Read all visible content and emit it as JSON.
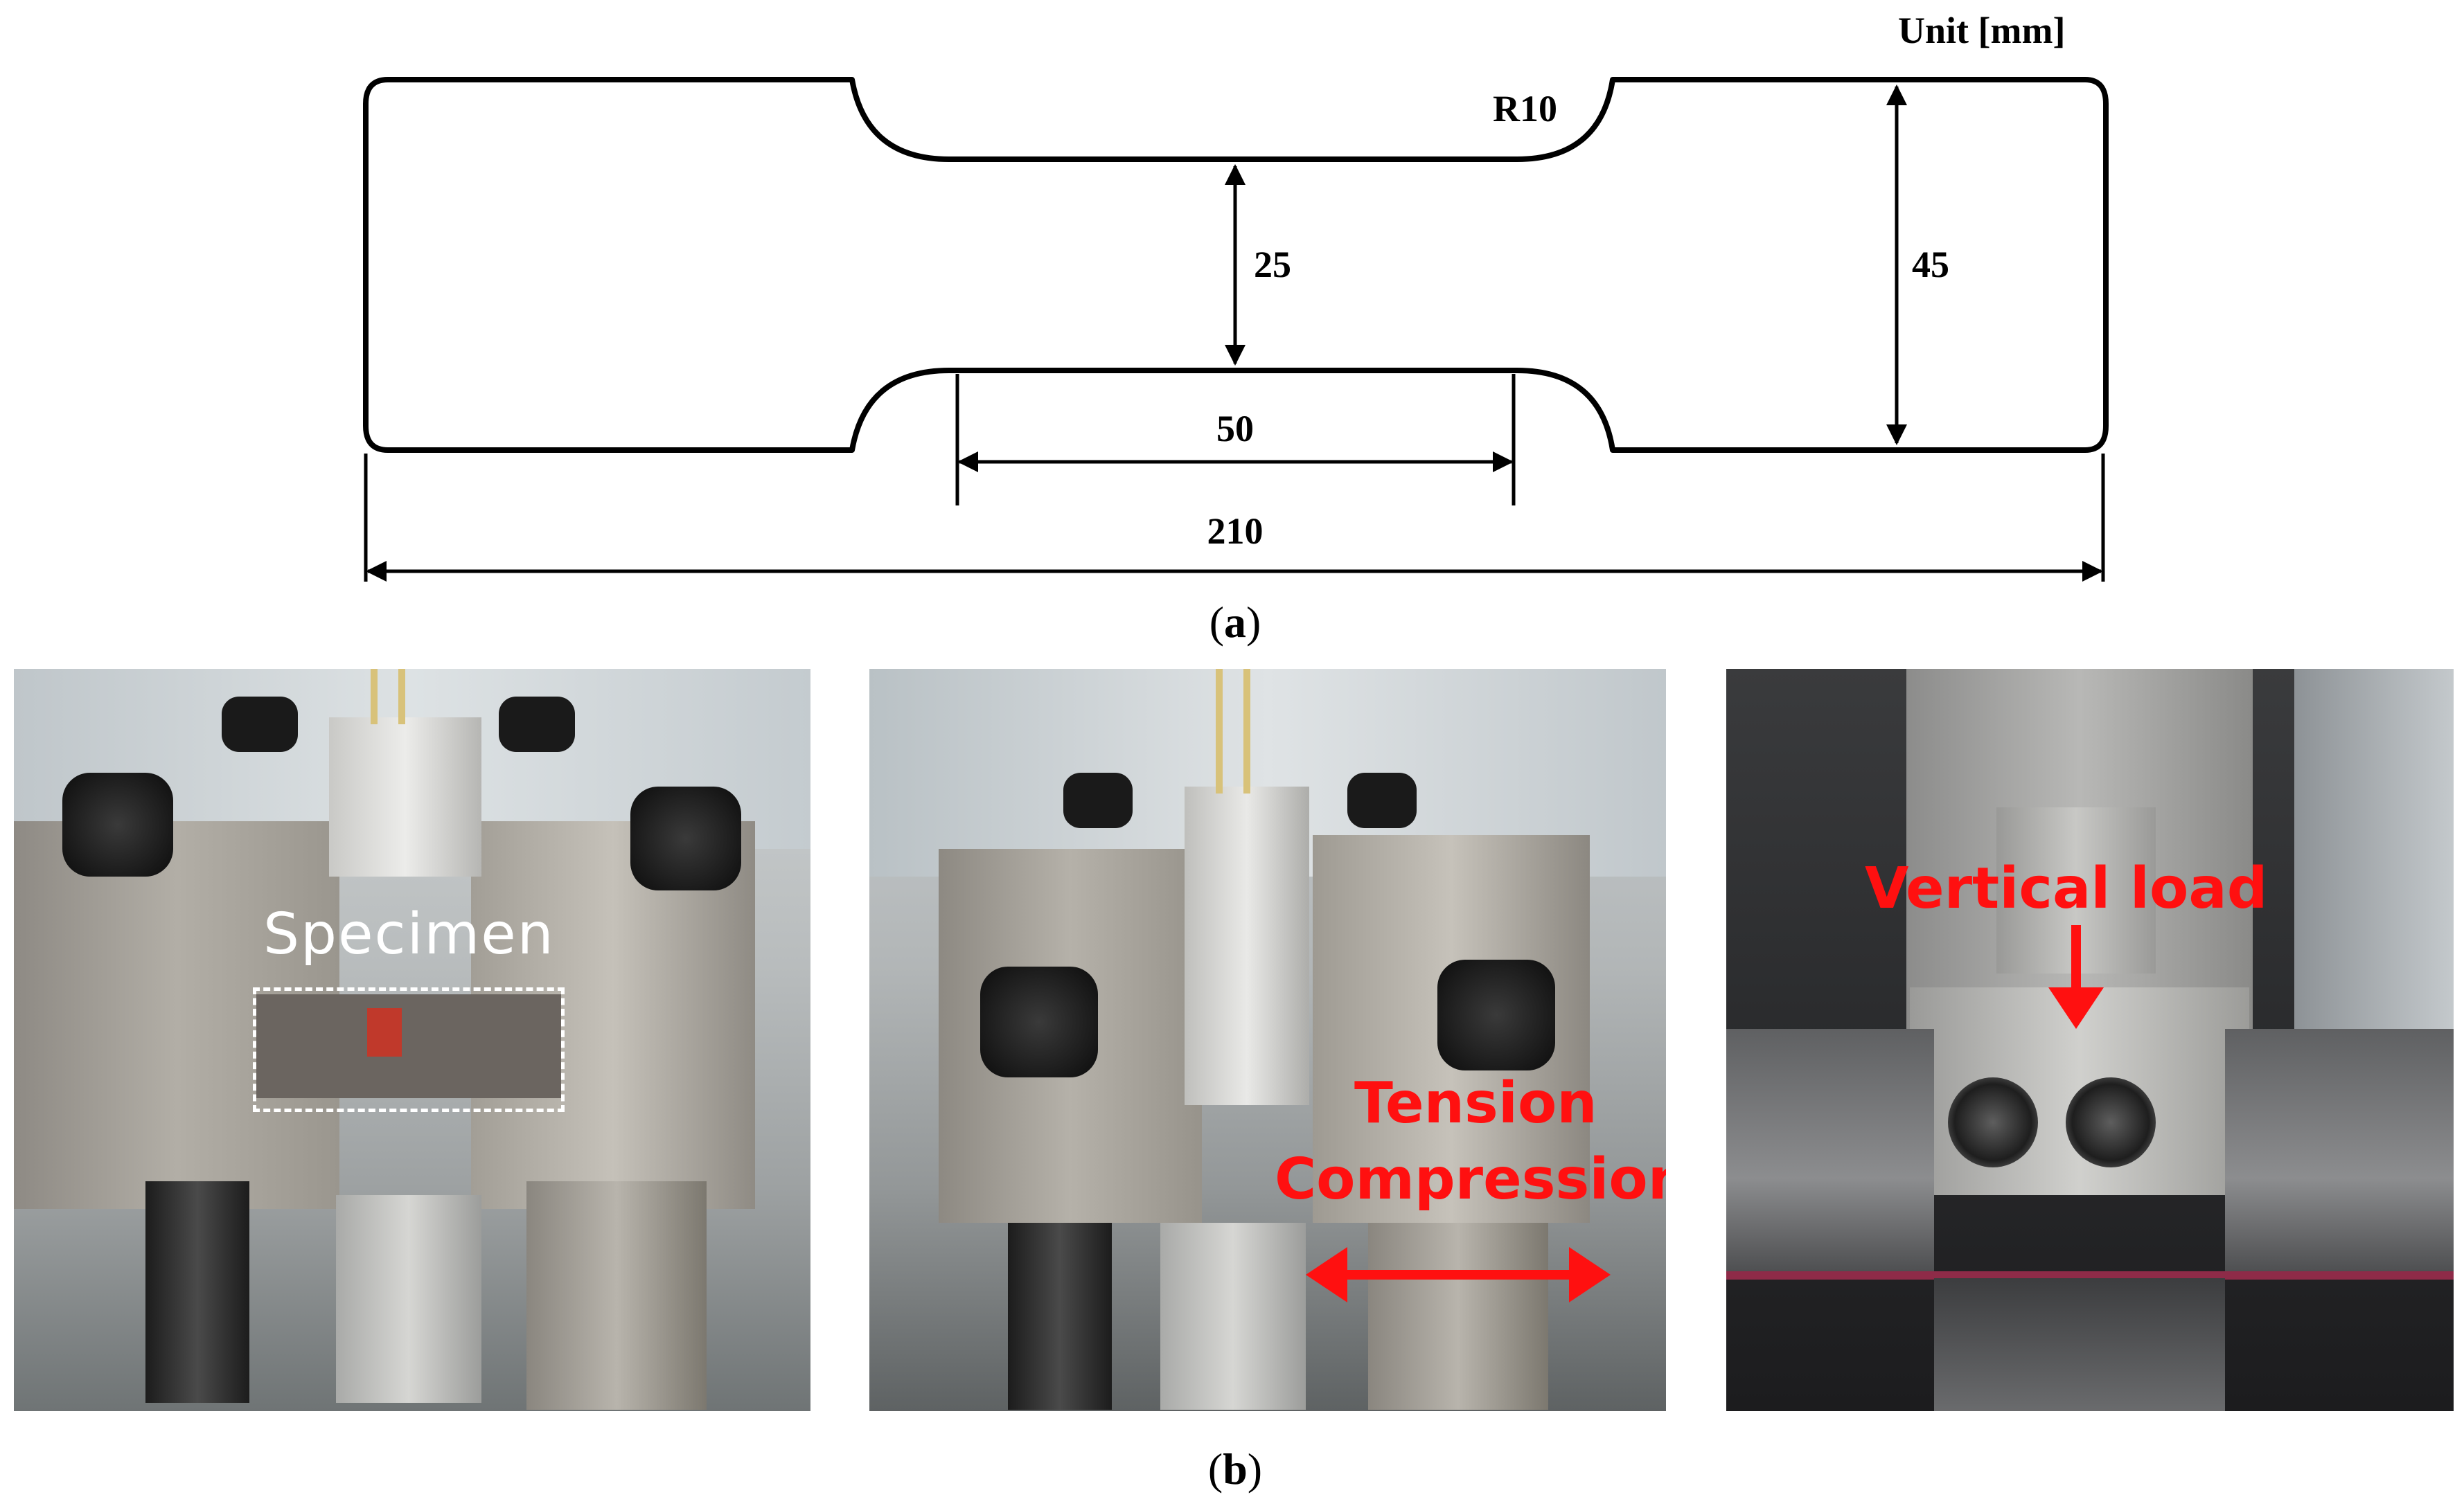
{
  "figure_a": {
    "unit_label": "Unit [mm]",
    "radius_label": "R10",
    "dims": {
      "gauge_width": "25",
      "grip_width": "45",
      "gauge_length": "50",
      "total_length": "210"
    },
    "caption_letter": "a"
  },
  "figure_b": {
    "caption_letter": "b",
    "photo1": {
      "label": "Specimen"
    },
    "photo2": {
      "label_line1": "Tension",
      "label_line2": "Compression"
    },
    "photo3": {
      "label": "Vertical load"
    }
  },
  "colors": {
    "annotation_red": "#ff1010",
    "annotation_white": "#ffffff",
    "line": "#000000"
  }
}
